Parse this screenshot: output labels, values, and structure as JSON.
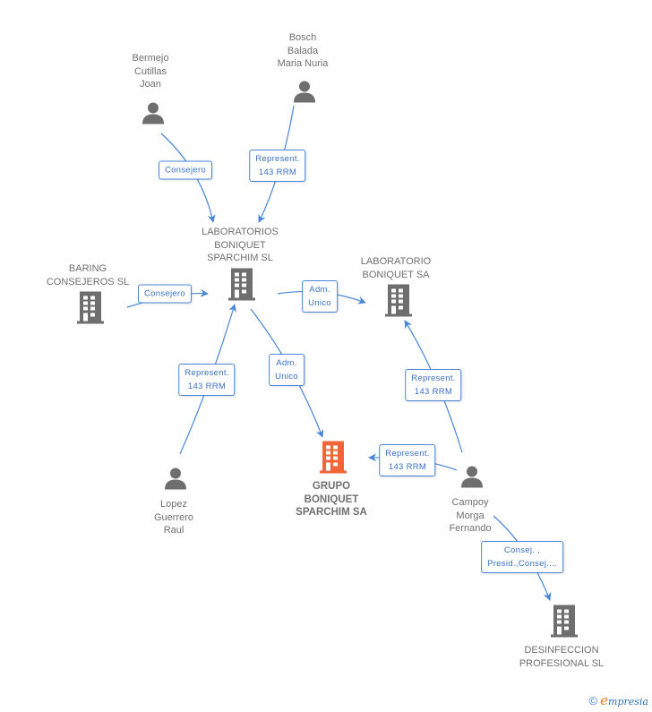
{
  "colors": {
    "edge": "#4a86d8",
    "node_default": "#6e6e6e",
    "node_focus": "#f26536",
    "label_text": "#707070",
    "edge_label_text": "#3a72c4"
  },
  "nodes": [
    {
      "id": "bermejo",
      "type": "person",
      "label": "Bermejo\nCutillas\nJoan"
    },
    {
      "id": "bosch",
      "type": "person",
      "label": "Bosch\nBalada\nMaria Nuria"
    },
    {
      "id": "lab_sparchim",
      "type": "company",
      "label": "LABORATORIOS\nBONIQUET\nSPARCHIM SL"
    },
    {
      "id": "baring",
      "type": "company",
      "label": "BARING\nCONSEJEROS SL"
    },
    {
      "id": "lab_boniquet",
      "type": "company",
      "label": "LABORATORIO\nBONIQUET SA"
    },
    {
      "id": "grupo",
      "type": "company",
      "focus": true,
      "label": "GRUPO\nBONIQUET\nSPARCHIM SA"
    },
    {
      "id": "lopez",
      "type": "person",
      "label": "Lopez\nGuerrero\nRaul"
    },
    {
      "id": "campoy",
      "type": "person",
      "label": "Campoy\nMorga\nFernando"
    },
    {
      "id": "desinfeccion",
      "type": "company",
      "label": "DESINFECCION\nPROFESIONAL SL"
    }
  ],
  "edges": [
    {
      "from": "bermejo",
      "to": "lab_sparchim",
      "label": "Consejero"
    },
    {
      "from": "bosch",
      "to": "lab_sparchim",
      "label": "Represent.\n143 RRM"
    },
    {
      "from": "baring",
      "to": "lab_sparchim",
      "label": "Consejero"
    },
    {
      "from": "lab_sparchim",
      "to": "lab_boniquet",
      "label": "Adm.\nUnico"
    },
    {
      "from": "lab_sparchim",
      "to": "grupo",
      "label": "Adm.\nUnico"
    },
    {
      "from": "lopez",
      "to": "lab_sparchim",
      "label": "Represent.\n143 RRM"
    },
    {
      "from": "campoy",
      "to": "lab_boniquet",
      "label": "Represent.\n143 RRM"
    },
    {
      "from": "campoy",
      "to": "grupo",
      "label": "Represent.\n143 RRM"
    },
    {
      "from": "campoy",
      "to": "desinfeccion",
      "label": "Consej. ,\nPresid.,Consej...."
    }
  ],
  "footer": {
    "copyright_symbol": "©",
    "brand_initial": "e",
    "brand_rest": "mpresia"
  }
}
